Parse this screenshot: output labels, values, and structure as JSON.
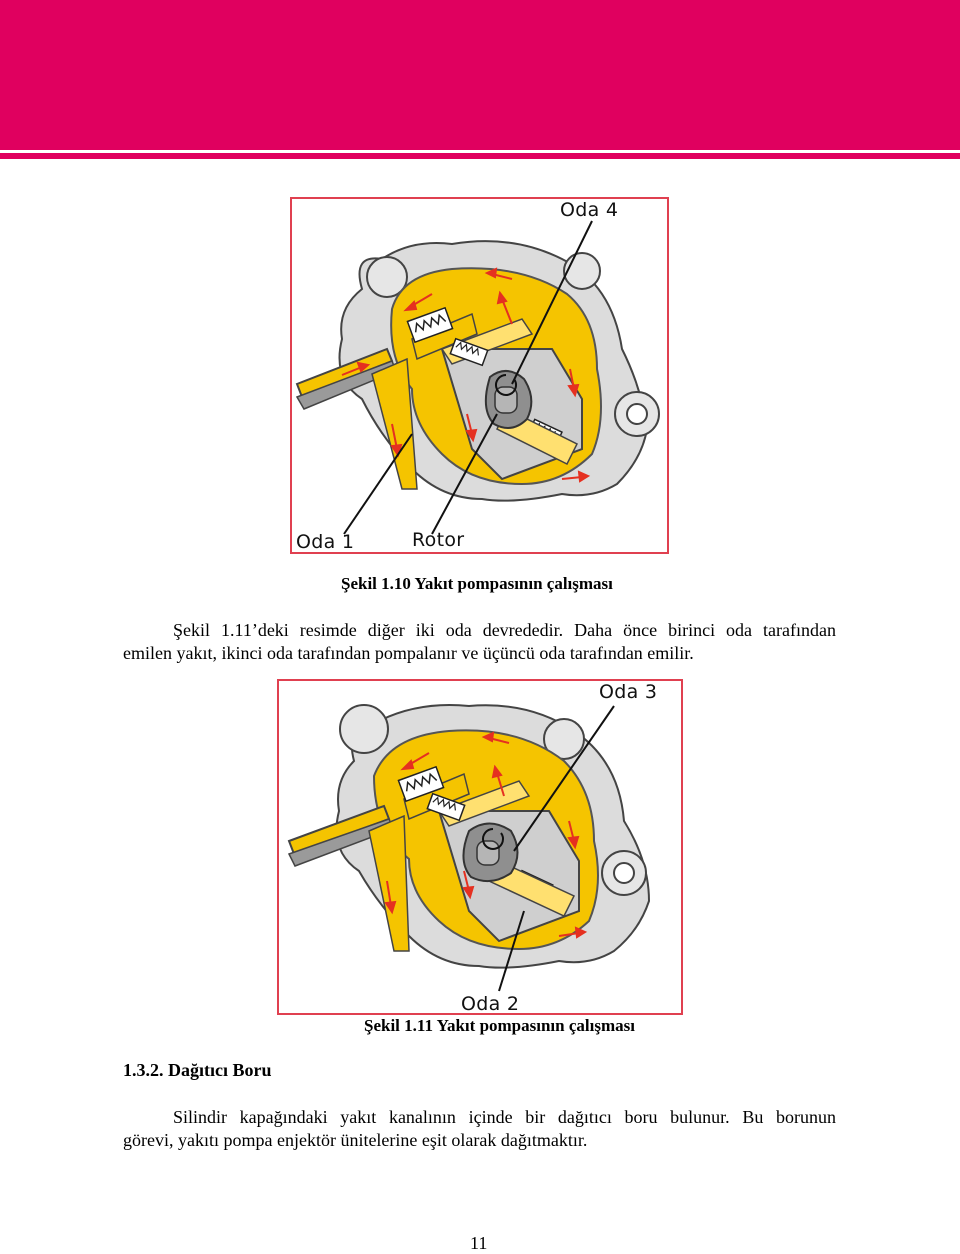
{
  "figure1": {
    "labels": {
      "chamber_top": "Oda 4",
      "chamber_bottom": "Oda 1",
      "rotor": "Rotor"
    },
    "caption": "Şekil 1.10 Yakıt pompasının çalışması"
  },
  "paragraph1": {
    "lines": [
      "Şekil 1.11’deki resimde diğer iki oda devrededir. Daha önce birinci oda tarafından",
      "emilen yakıt, ikinci oda tarafından pompalanır ve üçüncü oda tarafından emilir."
    ]
  },
  "figure2": {
    "labels": {
      "chamber_top": "Oda 3",
      "chamber_bottom": "Oda 2"
    },
    "caption": "Şekil 1.11 Yakıt pompasının çalışması"
  },
  "section": {
    "heading": "1.3.2. Dağıtıcı Boru"
  },
  "paragraph2": {
    "lines": [
      "Silindir kapağındaki yakıt kanalının içinde bir dağıtıcı boru bulunur. Bu borunun",
      "görevi, yakıtı pompa enjektör ünitelerine eşit olarak dağıtmaktır."
    ]
  },
  "page_number": "11",
  "colors": {
    "brand": "#e0005f",
    "frame": "#e04050",
    "fuel": "#f5c400",
    "fuel_light": "#ffe070",
    "arrow": "#e53020",
    "housing": "#dcdcdc",
    "metal": "#9a9a9a"
  }
}
